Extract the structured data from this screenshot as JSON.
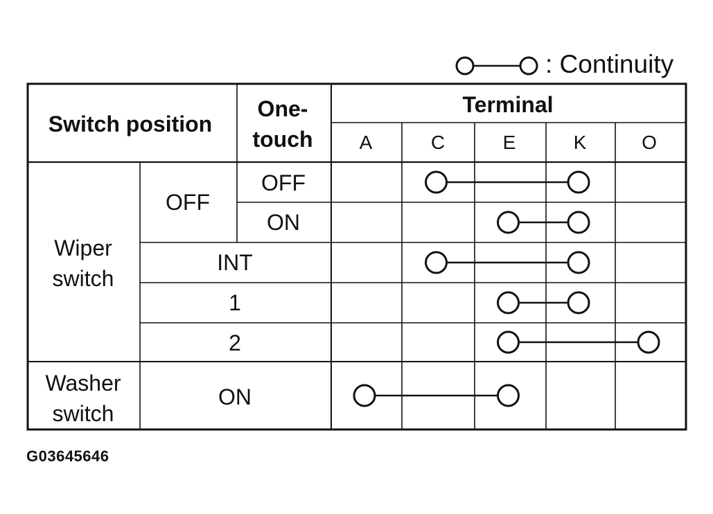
{
  "legend": {
    "symbol_name": "continuity-symbol",
    "text": ": Continuity"
  },
  "table": {
    "header": {
      "switch_position": "Switch position",
      "one_touch": [
        "One-",
        "touch"
      ],
      "terminal": "Terminal",
      "terminals": [
        "A",
        "C",
        "E",
        "K",
        "O"
      ]
    },
    "groups": [
      {
        "label": [
          "Wiper",
          "switch"
        ]
      },
      {
        "label": [
          "Washer",
          "switch"
        ]
      }
    ],
    "positions": [
      {
        "label": "OFF"
      },
      {
        "label": "INT"
      },
      {
        "label": "1"
      },
      {
        "label": "2"
      },
      {
        "label": "ON"
      }
    ],
    "one_touch_values": [
      "OFF",
      "ON"
    ],
    "rows": [
      {
        "name": "wiper-off-onetouch-off",
        "connect": [
          "C",
          "K"
        ]
      },
      {
        "name": "wiper-off-onetouch-on",
        "connect": [
          "E",
          "K"
        ]
      },
      {
        "name": "wiper-int",
        "connect": [
          "C",
          "K"
        ]
      },
      {
        "name": "wiper-1",
        "connect": [
          "E",
          "K"
        ]
      },
      {
        "name": "wiper-2",
        "connect": [
          "E",
          "O"
        ]
      },
      {
        "name": "washer-on",
        "connect": [
          "A",
          "E"
        ]
      }
    ]
  },
  "footer": {
    "code": "G03645646"
  }
}
